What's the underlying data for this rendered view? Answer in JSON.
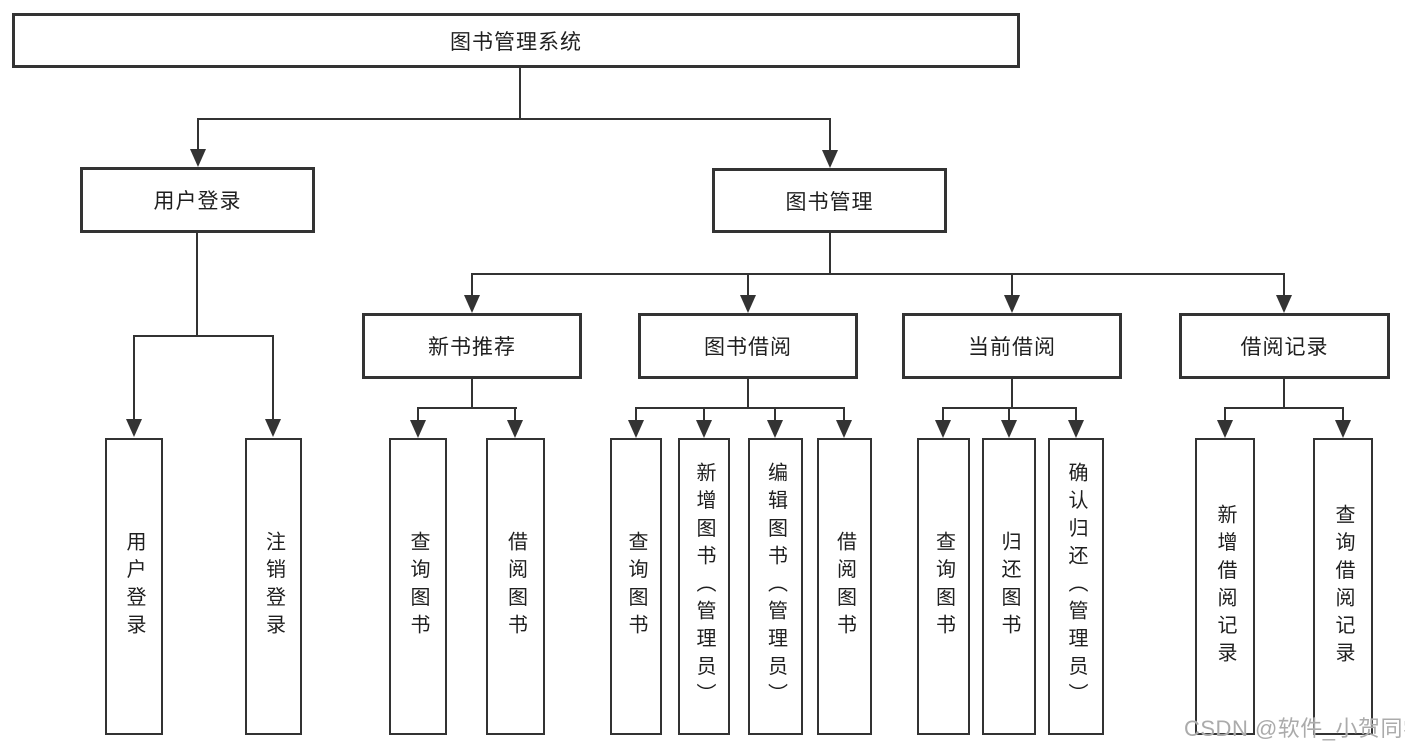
{
  "diagram": {
    "root": {
      "label": "图书管理系统"
    },
    "level2": [
      {
        "label": "用户登录"
      },
      {
        "label": "图书管理"
      }
    ],
    "level3": [
      {
        "label": "新书推荐"
      },
      {
        "label": "图书借阅"
      },
      {
        "label": "当前借阅"
      },
      {
        "label": "借阅记录"
      }
    ],
    "leaves": [
      {
        "label": "用户登录"
      },
      {
        "label": "注销登录"
      },
      {
        "label": "查询图书"
      },
      {
        "label": "借阅图书"
      },
      {
        "label": "查询图书"
      },
      {
        "label": "新增图书（管理员）"
      },
      {
        "label": "编辑图书（管理员）"
      },
      {
        "label": "借阅图书"
      },
      {
        "label": "查询图书"
      },
      {
        "label": "归还图书"
      },
      {
        "label": "确认归还（管理员）"
      },
      {
        "label": "新增借阅记录"
      },
      {
        "label": "查询借阅记录"
      }
    ],
    "watermark": "CSDN @软件_小贺同学",
    "colors": {
      "line": "#333333",
      "text": "#1f1f1f",
      "watermark": "#ababab",
      "background": "#ffffff"
    }
  }
}
